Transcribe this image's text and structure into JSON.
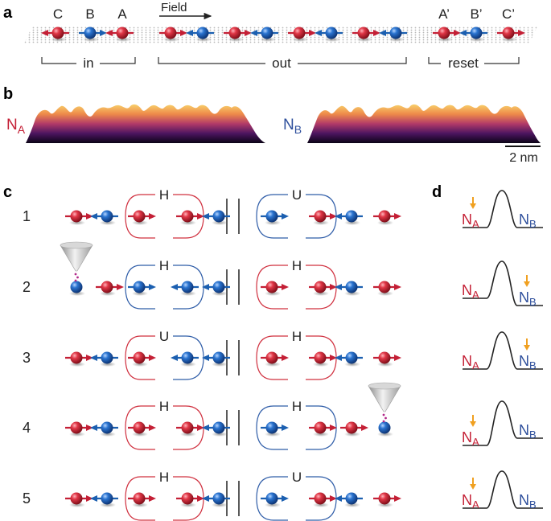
{
  "panels": {
    "a": "a",
    "b": "b",
    "c": "c",
    "d": "d"
  },
  "panel_a": {
    "field_label": "Field",
    "atom_labels": [
      "C",
      "B",
      "A",
      "A’",
      "B’",
      "C’"
    ],
    "sections": [
      "in",
      "out",
      "reset"
    ]
  },
  "panel_b": {
    "left_label": {
      "main": "N",
      "sub": "A"
    },
    "right_label": {
      "main": "N",
      "sub": "B"
    },
    "scale_label": "2 nm"
  },
  "panel_c": {
    "rows": [
      {
        "num": "1",
        "left_box": "H",
        "right_box": "U"
      },
      {
        "num": "2",
        "left_box": "H",
        "right_box": "H"
      },
      {
        "num": "3",
        "left_box": "U",
        "right_box": "H"
      },
      {
        "num": "4",
        "left_box": "H",
        "right_box": "H"
      },
      {
        "num": "5",
        "left_box": "H",
        "right_box": "U"
      }
    ]
  },
  "panel_d": {
    "rows": [
      {
        "left": {
          "main": "N",
          "sub": "A"
        },
        "right": {
          "main": "N",
          "sub": "B"
        },
        "arrow_side": "left",
        "lower_side": "none"
      },
      {
        "left": {
          "main": "N",
          "sub": "A"
        },
        "right": {
          "main": "N",
          "sub": "B"
        },
        "arrow_side": "right",
        "lower_side": "right"
      },
      {
        "left": {
          "main": "N",
          "sub": "A"
        },
        "right": {
          "main": "N",
          "sub": "B"
        },
        "arrow_side": "right",
        "lower_side": "none"
      },
      {
        "left": {
          "main": "N",
          "sub": "A"
        },
        "right": {
          "main": "N",
          "sub": "B"
        },
        "arrow_side": "left",
        "lower_side": "left"
      },
      {
        "left": {
          "main": "N",
          "sub": "A"
        },
        "right": {
          "main": "N",
          "sub": "B"
        },
        "arrow_side": "left",
        "lower_side": "none"
      }
    ]
  },
  "colors": {
    "red_atom": "#c41f35",
    "blue_atom": "#1b5fb0",
    "red_box": "#d0303f",
    "blue_box": "#2f5da8",
    "na_text": "#c41f35",
    "nb_text": "#2e4f9c",
    "orange_arrow": "#f0a020",
    "dark": "#222222"
  }
}
